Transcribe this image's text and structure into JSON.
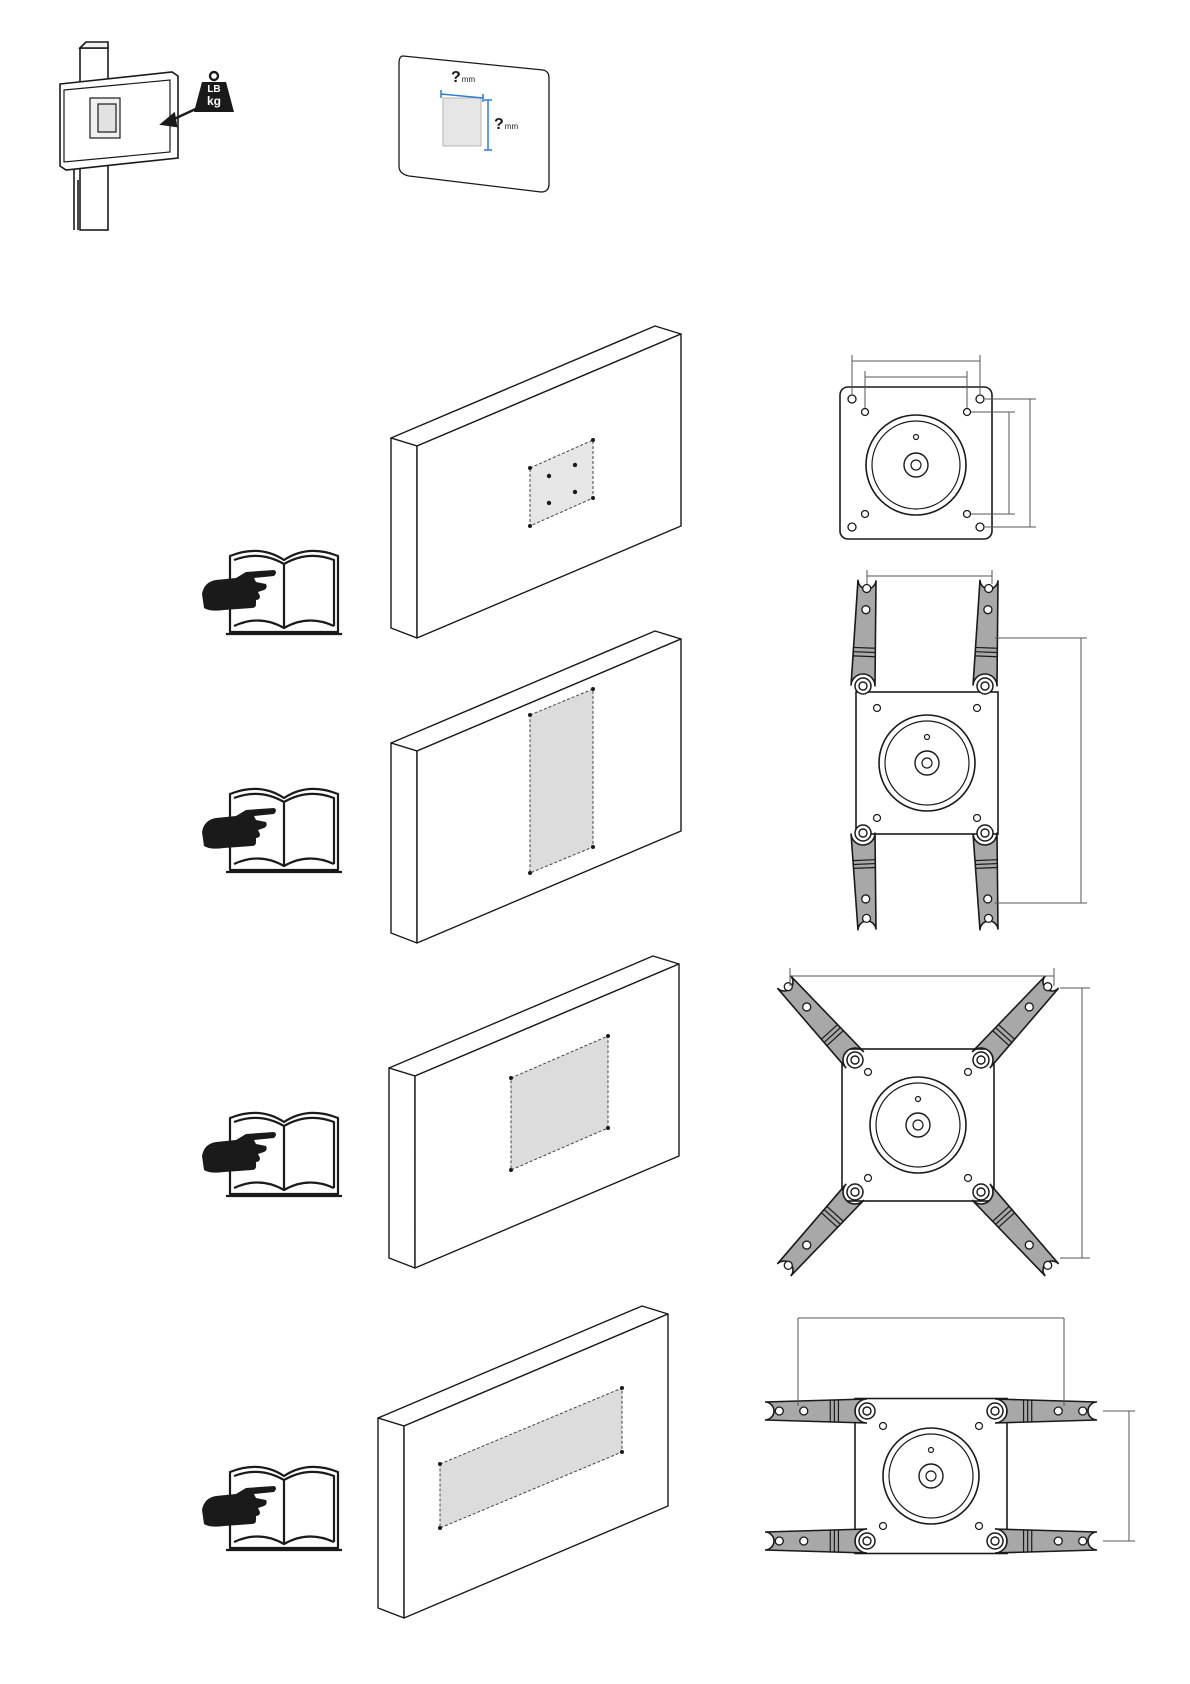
{
  "header": {
    "weight_icon": {
      "icon": "weight-icon",
      "line1": "LB",
      "line2": "kg"
    },
    "measure_icon": {
      "icon": "question-mark-icon",
      "mark": "?",
      "unit": "mm"
    }
  },
  "steps": [
    {
      "id": "square-small",
      "manual_icon": "manual-book-hand-icon",
      "hole_pattern": "square-small",
      "adapter": "base-plate"
    },
    {
      "id": "tall",
      "manual_icon": "manual-book-hand-icon",
      "hole_pattern": "tall-rectangle",
      "adapter": "vertical-arms"
    },
    {
      "id": "square-large",
      "manual_icon": "manual-book-hand-icon",
      "hole_pattern": "square-large",
      "adapter": "diagonal-arms"
    },
    {
      "id": "wide",
      "manual_icon": "manual-book-hand-icon",
      "hole_pattern": "wide-rectangle",
      "adapter": "horizontal-arms"
    }
  ],
  "colors": {
    "line": "#1a1a1a",
    "fill_area": "#dedede",
    "arm": "#a8a8a8",
    "accent_blue": "#2a7fd4"
  }
}
